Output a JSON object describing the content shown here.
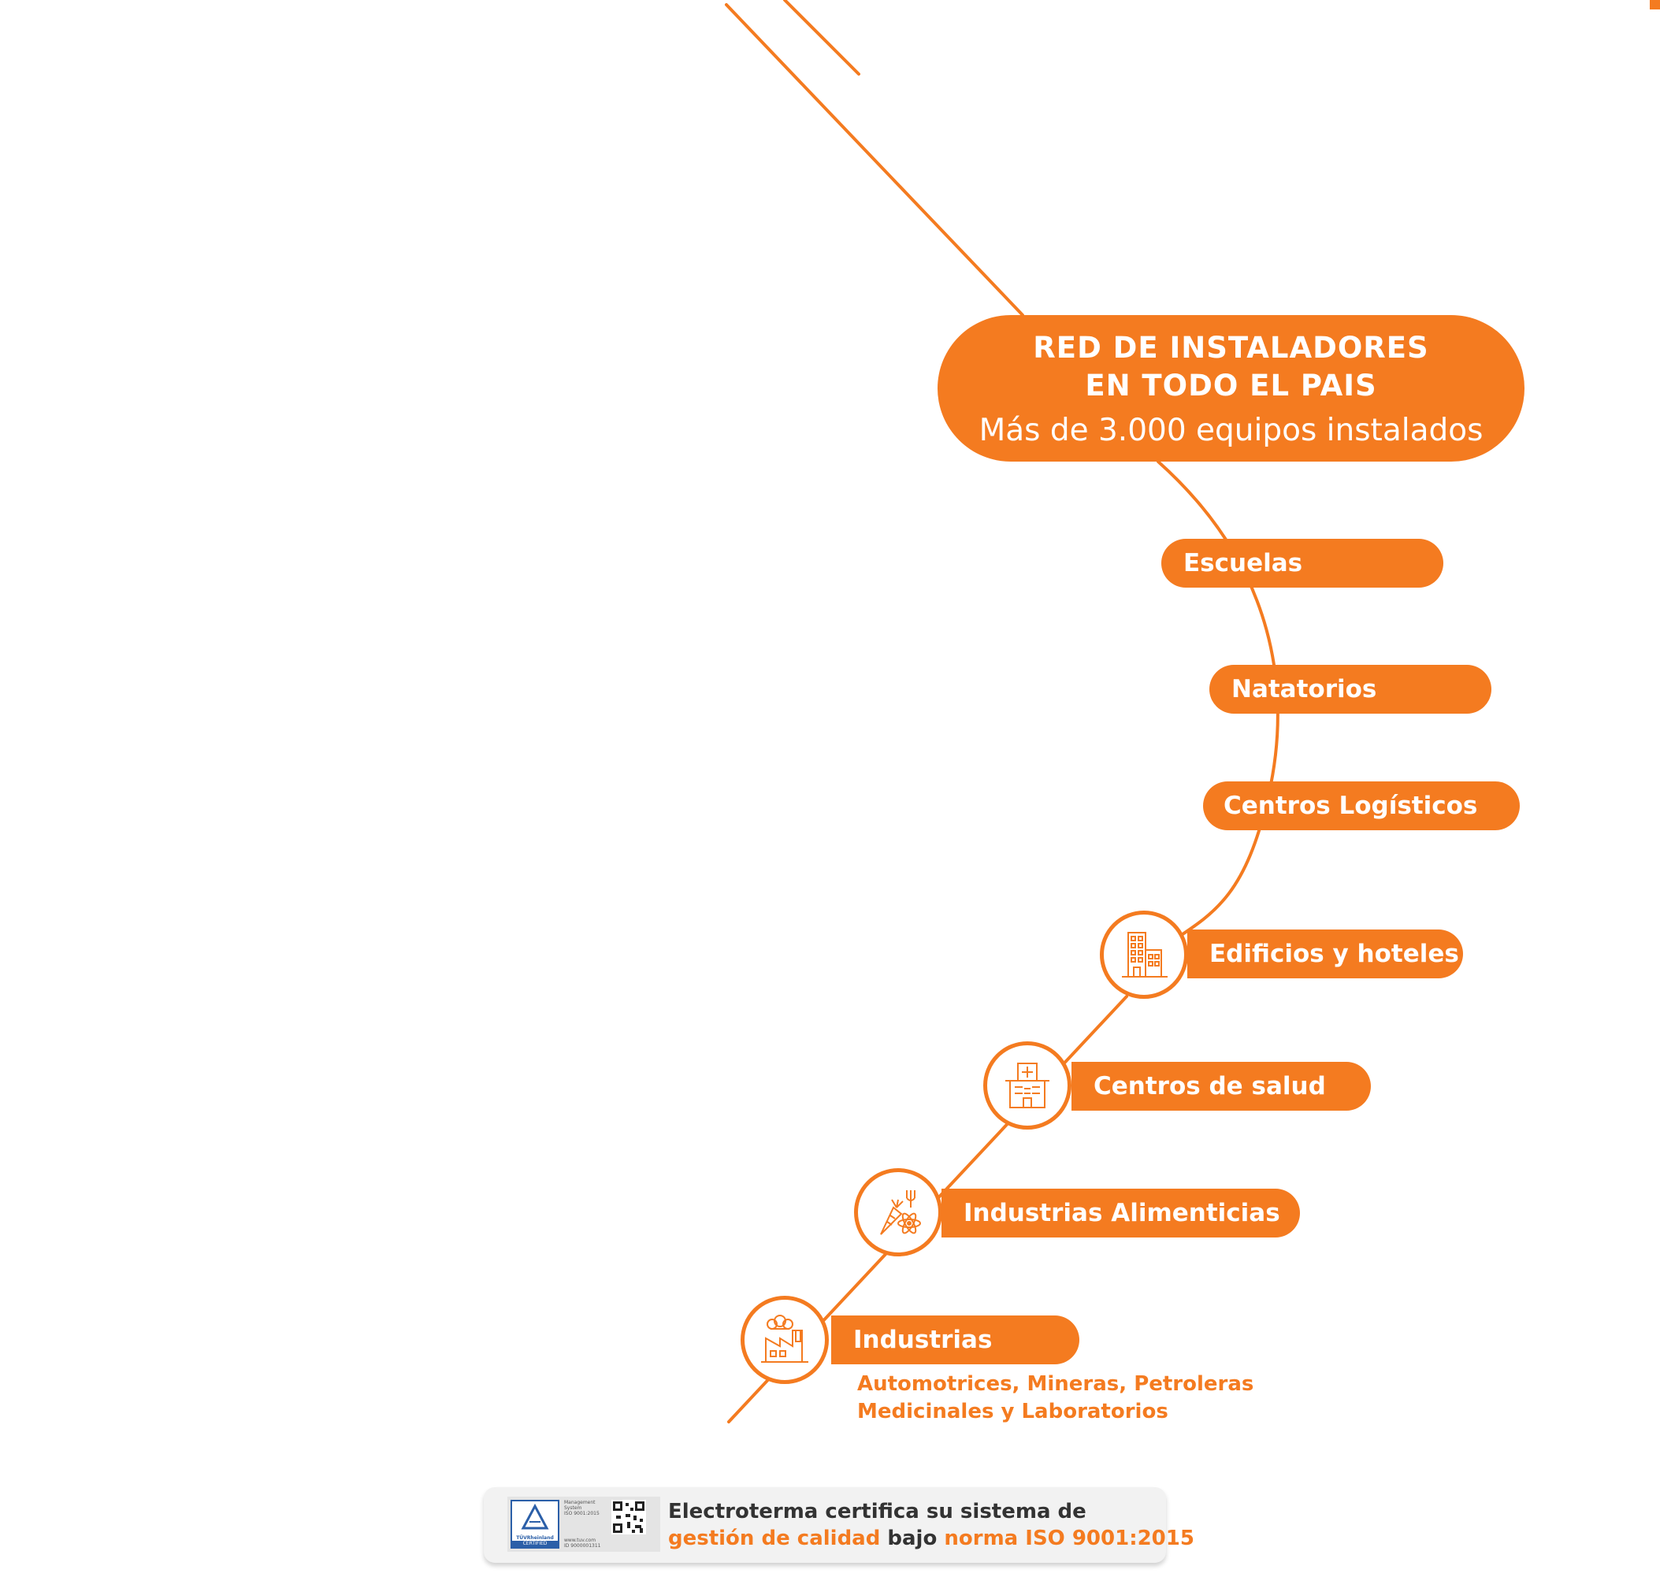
{
  "colors": {
    "accent": "#F47B20",
    "text_dark": "#333333",
    "background": "#ffffff"
  },
  "header": {
    "title_line1": "RED DE INSTALADORES",
    "title_line2": "EN TODO EL PAIS",
    "subtitle": "Más de 3.000 equipos instalados"
  },
  "sectors": [
    {
      "label": "Escuelas"
    },
    {
      "label": "Natatorios"
    },
    {
      "label": "Centros Logísticos"
    },
    {
      "label": "Edificios y hoteles",
      "icon": "building-icon"
    },
    {
      "label": "Centros de salud",
      "icon": "hospital-icon"
    },
    {
      "label": "Industrias Alimenticias",
      "icon": "food-industry-icon"
    },
    {
      "label": "Industrias",
      "icon": "factory-icon"
    }
  ],
  "industries_detail": {
    "line1": "Automotrices, Mineras, Petroleras",
    "line2": "Medicinales y Laboratorios"
  },
  "certification": {
    "badge": {
      "brand": "TÜVRheinland",
      "certified": "CERTIFIED",
      "line1": "Management",
      "line2": "System",
      "line3": "ISO 9001:2015",
      "url": "www.tuv.com",
      "id": "ID 9000001311"
    },
    "text_line1": "Electroterma certifica su sistema de",
    "text_part1": "gestión de calidad",
    "text_part2": " bajo ",
    "text_part3": "norma ISO 9001:2015"
  }
}
